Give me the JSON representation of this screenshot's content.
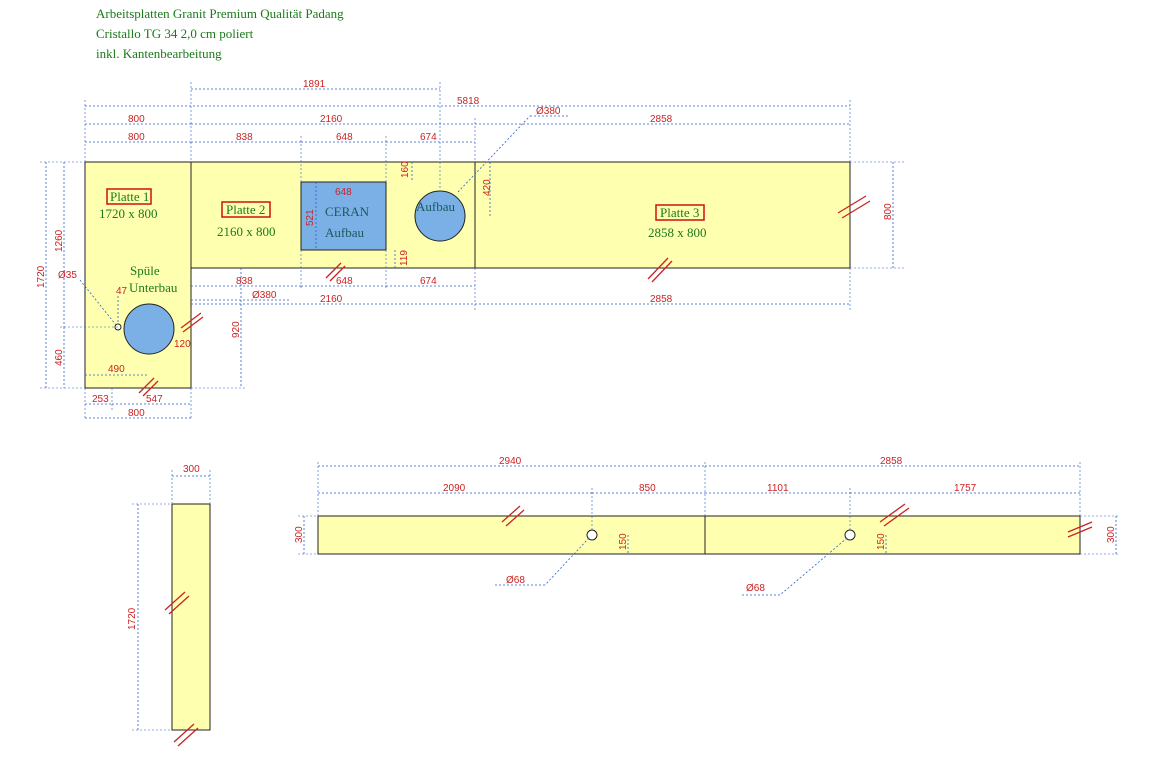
{
  "header": {
    "line1": "Arbeitsplatten Granit Premium Qualität Padang",
    "line2": "Cristallo TG 34 2,0 cm poliert",
    "line3": "inkl. Kantenbearbeitung"
  },
  "labels": {
    "platte1": "Platte 1",
    "platte1_size": "1720 x 800",
    "platte2": "Platte 2",
    "platte2_size": "2160 x 800",
    "platte3": "Platte 3",
    "platte3_size": "2858 x 800",
    "ceran1": "CERAN",
    "ceran2": "Aufbau",
    "aufbau": "Aufbau",
    "spuele1": "Spüle",
    "spuele2": "Unterbau"
  },
  "dims": {
    "d1891": "1891",
    "d5818": "5818",
    "d800a": "800",
    "d2160a": "2160",
    "d800b": "800",
    "d838a": "838",
    "d648a": "648",
    "d674a": "674",
    "d2858a": "2858",
    "o380a": "Ø380",
    "d160": "160",
    "d420": "420",
    "d648in": "648",
    "d521": "521",
    "d119": "119",
    "d800r": "800",
    "d1720": "1720",
    "d1260": "1260",
    "o35": "Ø35",
    "d460": "460",
    "d47": "47",
    "d838b": "838",
    "d648b": "648",
    "d674b": "674",
    "o380b": "Ø380",
    "d2160b": "2160",
    "d2858b": "2858",
    "d920": "920",
    "d120": "120",
    "d490": "490",
    "d253": "253",
    "d547": "547",
    "d800c": "800",
    "s300top": "300",
    "s1720": "1720",
    "d2940": "2940",
    "d2858c": "2858",
    "d2090": "2090",
    "d850": "850",
    "d1101": "1101",
    "d1757": "1757",
    "d300l": "300",
    "d300r": "300",
    "d150a": "150",
    "d150b": "150",
    "o68a": "Ø68",
    "o68b": "Ø68"
  },
  "colors": {
    "slab": "#ffffb0",
    "cutout": "#7ab0e6",
    "dimension_text": "#cc2222",
    "dimension_line": "#2a5fd0",
    "label": "#1a7a1a"
  }
}
